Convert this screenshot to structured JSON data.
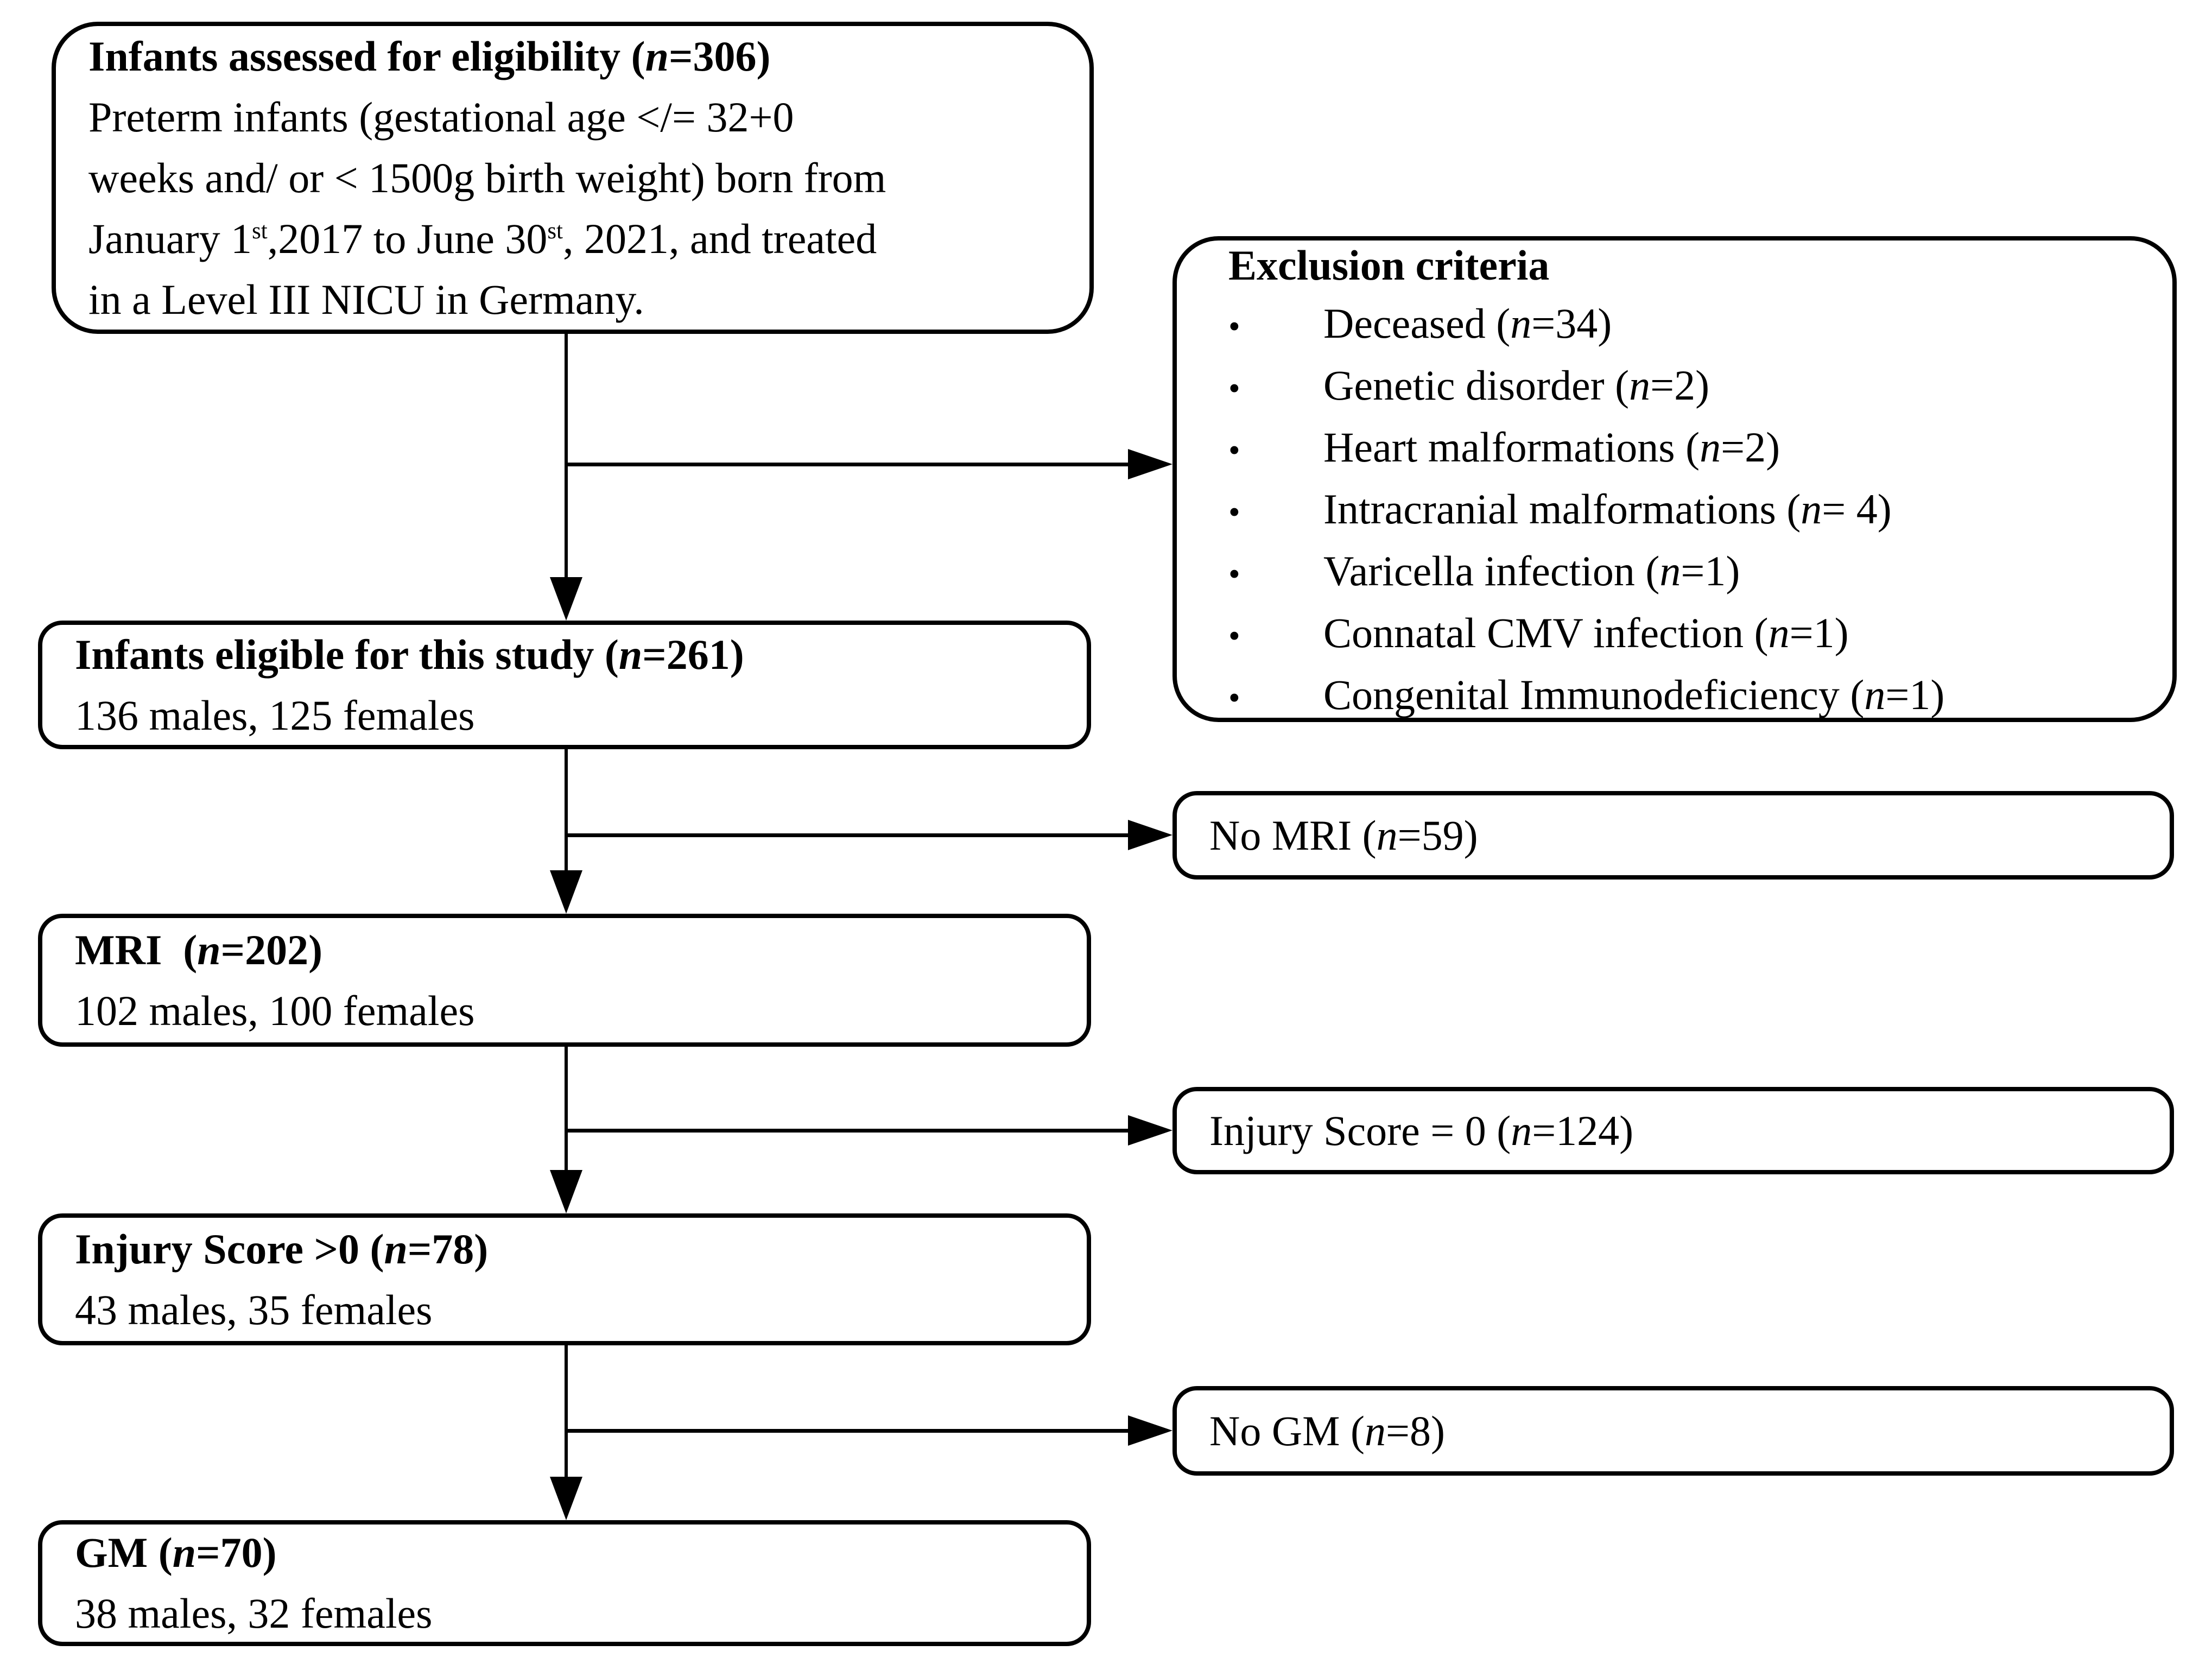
{
  "figure": {
    "background_color": "#ffffff",
    "line_color": "#000000",
    "box_fill_color": "#ffffff",
    "bullet_glyph": "•"
  },
  "boxes": {
    "assessed": {
      "line1_pre": "Infants assessed for eligibility (",
      "line1_n": "n",
      "line1_post": "=306)",
      "line2": "Preterm infants (gestational age </= 32+0",
      "line3": "weeks and/ or < 1500g birth weight) born from",
      "line4_a": "January 1",
      "line4_sup1": "st",
      "line4_b": ",2017 to June 30",
      "line4_sup2": "st",
      "line4_c": ", 2021, and treated",
      "line5": "in a Level III NICU in Germany."
    },
    "exclusion": {
      "title": "Exclusion criteria",
      "items": [
        {
          "pre": "Deceased (",
          "n": "n",
          "post": "=34)"
        },
        {
          "pre": "Genetic disorder (",
          "n": "n",
          "post": "=2)"
        },
        {
          "pre": "Heart malformations (",
          "n": "n",
          "post": "=2)"
        },
        {
          "pre": "Intracranial malformations (",
          "n": "n",
          "post": "= 4)"
        },
        {
          "pre": "Varicella infection (",
          "n": "n",
          "post": "=1)"
        },
        {
          "pre": "Connatal CMV infection (",
          "n": "n",
          "post": "=1)"
        },
        {
          "pre": "Congenital Immunodeficiency (",
          "n": "n",
          "post": "=1)"
        }
      ]
    },
    "eligible": {
      "title_pre": "Infants eligible for this study (",
      "title_n": "n",
      "title_post": "=261)",
      "sub": "136 males, 125 females"
    },
    "no_mri": {
      "title_pre": "No MRI (",
      "title_n": "n",
      "title_post": "=59)"
    },
    "mri": {
      "title_pre": "MRI  (",
      "title_n": "n",
      "title_post": "=202)",
      "sub": "102 males, 100 females"
    },
    "injury_zero": {
      "title_pre": "Injury Score = 0 (",
      "title_n": "n",
      "title_post": "=124)"
    },
    "injury_gt_zero": {
      "title_pre": "Injury Score >0 (",
      "title_n": "n",
      "title_post": "=78)",
      "sub": "43 males, 35 females"
    },
    "no_gm": {
      "title_pre": "No GM (",
      "title_n": "n",
      "title_post": "=8)"
    },
    "gm": {
      "title_pre": "GM (",
      "title_n": "n",
      "title_post": "=70)",
      "sub": "38 males, 32 females"
    }
  }
}
